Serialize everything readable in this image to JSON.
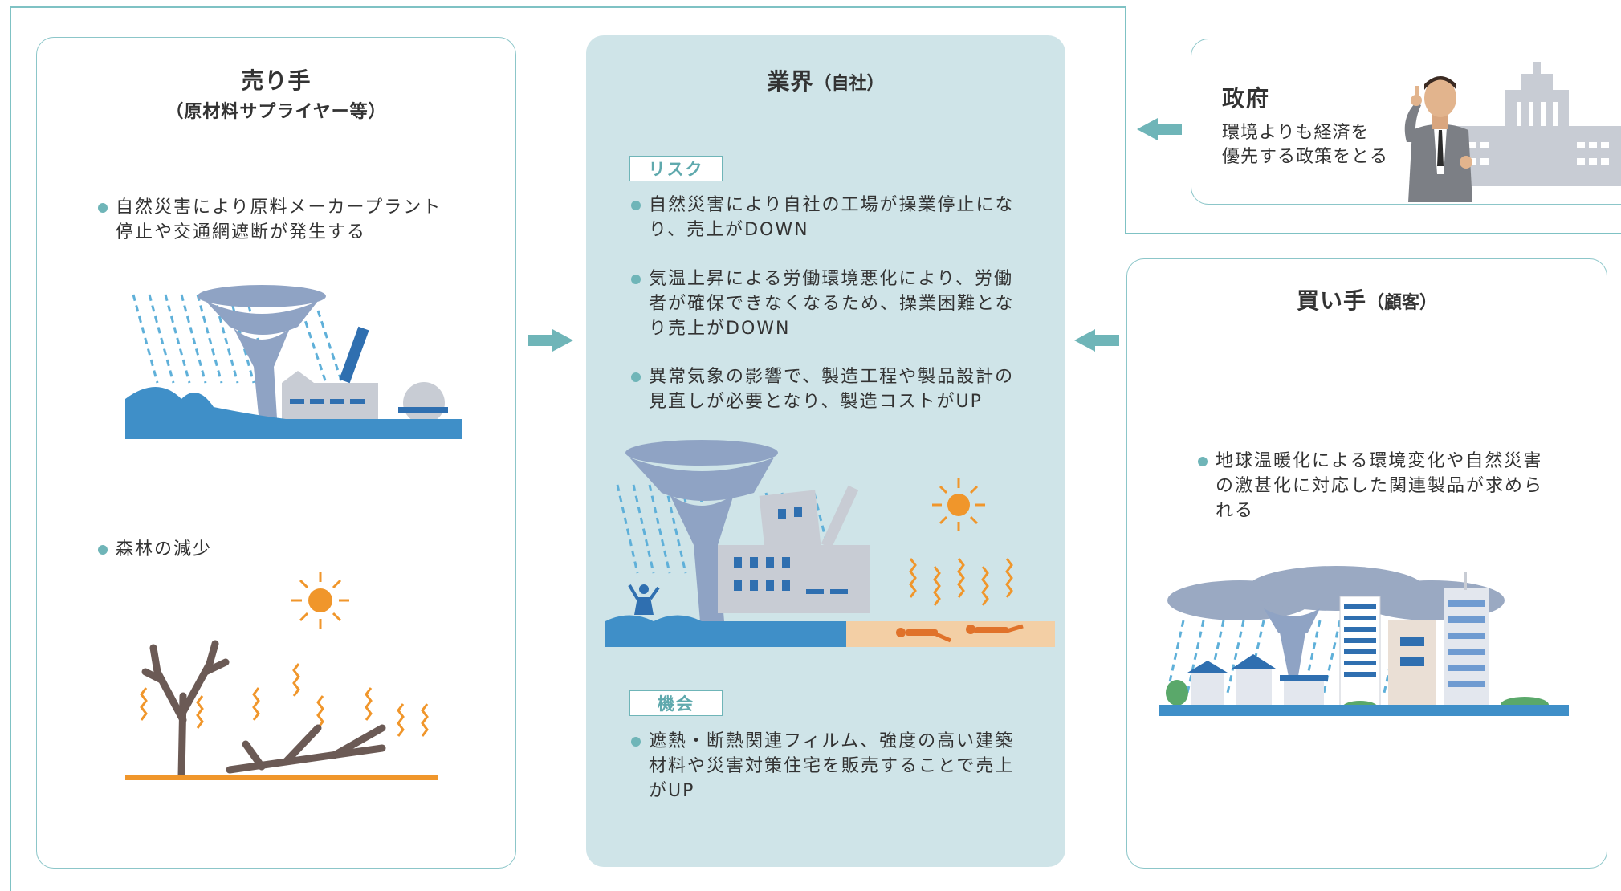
{
  "seller": {
    "title": "売り手",
    "subtitle": "（原材料サプライヤー等）",
    "bullets": [
      "自然災害により原料メーカープラント停止や交通網遮断が発生する",
      "森林の減少"
    ]
  },
  "industry": {
    "title_main": "業界",
    "title_sub": "（自社）",
    "risk_tag": "リスク",
    "risks": [
      "自然災害により自社の工場が操業停止になり、売上がDOWN",
      "気温上昇による労働環境悪化により、労働者が確保できなくなるため、操業困難となり売上がDOWN",
      "異常気象の影響で、製造工程や製品設計の見直しが必要となり、製造コストがUP"
    ],
    "opportunity_tag": "機会",
    "opportunities": [
      "遮熱・断熱関連フィルム、強度の高い建築材料や災害対策住宅を販売することで売上がUP"
    ]
  },
  "government": {
    "title": "政府",
    "description_line1": "環境よりも経済を",
    "description_line2": "優先する政策をとる"
  },
  "buyer": {
    "title_main": "買い手",
    "title_sub": "（顧客）",
    "bullets": [
      "地球温暖化による環境変化や自然災害の激甚化に対応した関連製品が求められる"
    ]
  },
  "colors": {
    "panel_border": "#8cc6c9",
    "center_bg": "#cfe4e8",
    "accent": "#6fb5b8",
    "water": "#3f8fc8",
    "sun": "#f0962b",
    "tornado": "#8fa3c4"
  }
}
